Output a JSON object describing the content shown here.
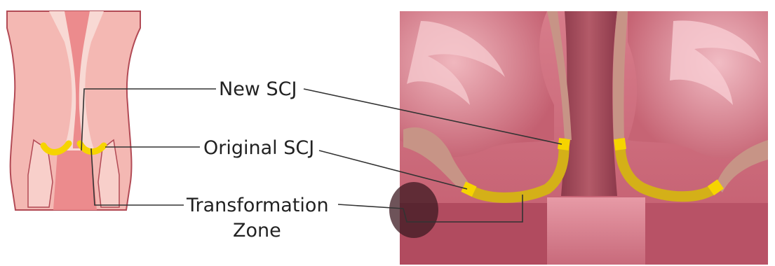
{
  "labels": {
    "new_scj": "New SCJ",
    "original_scj": "Original SCJ",
    "transformation_zone_line1": "Transformation",
    "transformation_zone_line2": "Zone"
  },
  "colors": {
    "tissue_pale": "#f4b8b3",
    "tissue_light": "#f8cfca",
    "tissue_mid": "#ec8b8d",
    "tissue_dark": "#9b4658",
    "outline": "#b24a55",
    "canal": "#7a2f3e",
    "epithelium_band": "#c79486",
    "junction_yellow": "#f6d400",
    "transformation_zone": "#d4b018",
    "leader_line": "#333333"
  }
}
